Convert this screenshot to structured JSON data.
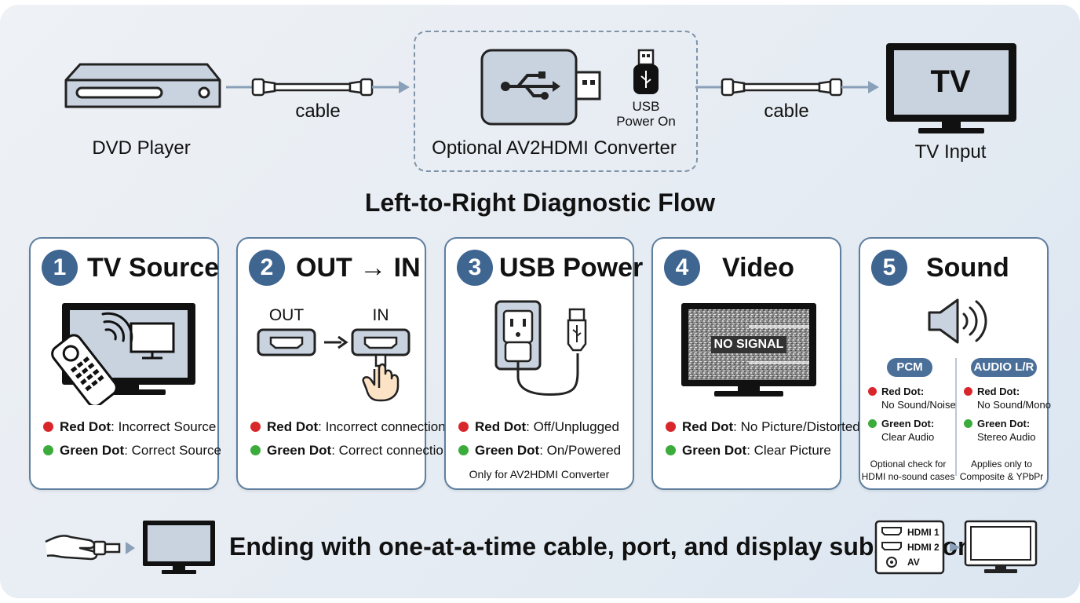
{
  "top": {
    "dvd_label": "DVD Player",
    "cable_left_label": "cable",
    "converter_label": "Optional AV2HDMI Converter",
    "usb_label_1": "USB",
    "usb_label_2": "Power On",
    "cable_right_label": "cable",
    "tv_screen_text": "TV",
    "tv_label": "TV Input"
  },
  "flow_title": "Left-to-Right Diagnostic Flow",
  "cards": [
    {
      "num": "1",
      "title": "TV Source",
      "red_key": "Red Dot",
      "red_val": ": Incorrect Source",
      "green_key": "Green Dot",
      "green_val": ": Correct Source"
    },
    {
      "num": "2",
      "title": "OUT → IN",
      "out_label": "OUT",
      "in_label": "IN",
      "red_key": "Red Dot",
      "red_val": ": Incorrect connection",
      "green_key": "Green Dot",
      "green_val": ": Correct connection"
    },
    {
      "num": "3",
      "title": "USB Power",
      "red_key": "Red Dot",
      "red_val": ": Off/Unplugged",
      "green_key": "Green Dot",
      "green_val": ": On/Powered",
      "note": "Only for AV2HDMI Converter"
    },
    {
      "num": "4",
      "title": "Video",
      "screen_text": "NO SIGNAL",
      "red_key": "Red Dot",
      "red_val": ": No Picture/Distorted",
      "green_key": "Green Dot",
      "green_val": ": Clear Picture"
    },
    {
      "num": "5",
      "title": "Sound",
      "pcm": {
        "label": "PCM",
        "red_key": "Red Dot:",
        "red_val": "No Sound/Noise",
        "green_key": "Green Dot:",
        "green_val": "Clear Audio",
        "note_1": "Optional check for",
        "note_2": "HDMI no-sound cases"
      },
      "audio": {
        "label": "AUDIO L/R",
        "red_key": "Red Dot:",
        "red_val": "No Sound/Mono",
        "green_key": "Green Dot:",
        "green_val": "Stereo Audio",
        "note_1": "Applies only to",
        "note_2": "Composite & YPbPr"
      }
    }
  ],
  "bottom": {
    "text": "Ending with one-at-a-time cable, port, and display substitution.",
    "ports": [
      "HDMI 1",
      "HDMI 2",
      "AV"
    ]
  },
  "colors": {
    "accent": "#3f6591",
    "red_dot": "#d9262b",
    "green_dot": "#3bab3b",
    "card_border": "#5f7f9f"
  }
}
